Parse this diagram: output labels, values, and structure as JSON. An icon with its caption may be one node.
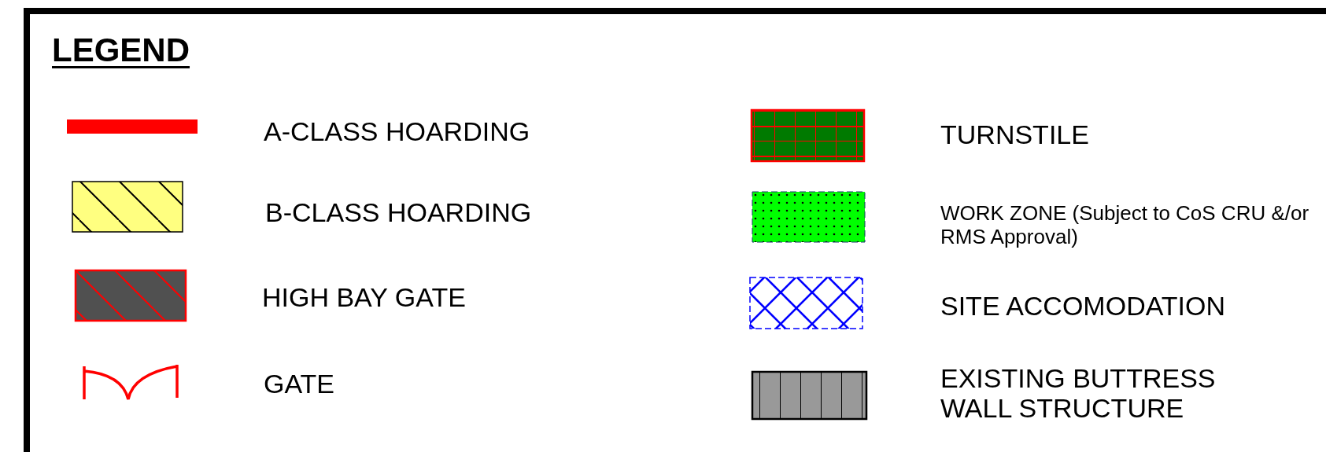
{
  "diagram": {
    "title": "LEGEND",
    "legend": [
      {
        "text": "A-CLASS HOARDING"
      },
      {
        "text": "B-CLASS HOARDING"
      },
      {
        "text": "HIGH BAY GATE"
      },
      {
        "text": "GATE"
      },
      {
        "text": "TURNSTILE"
      },
      {
        "text": "WORK ZONE (Subject to CoS CRU &/or RMS Approval)"
      },
      {
        "text": "SITE ACCOMODATION"
      },
      {
        "text": "EXISTING BUTTRESS WALL STRUCTURE"
      }
    ]
  }
}
